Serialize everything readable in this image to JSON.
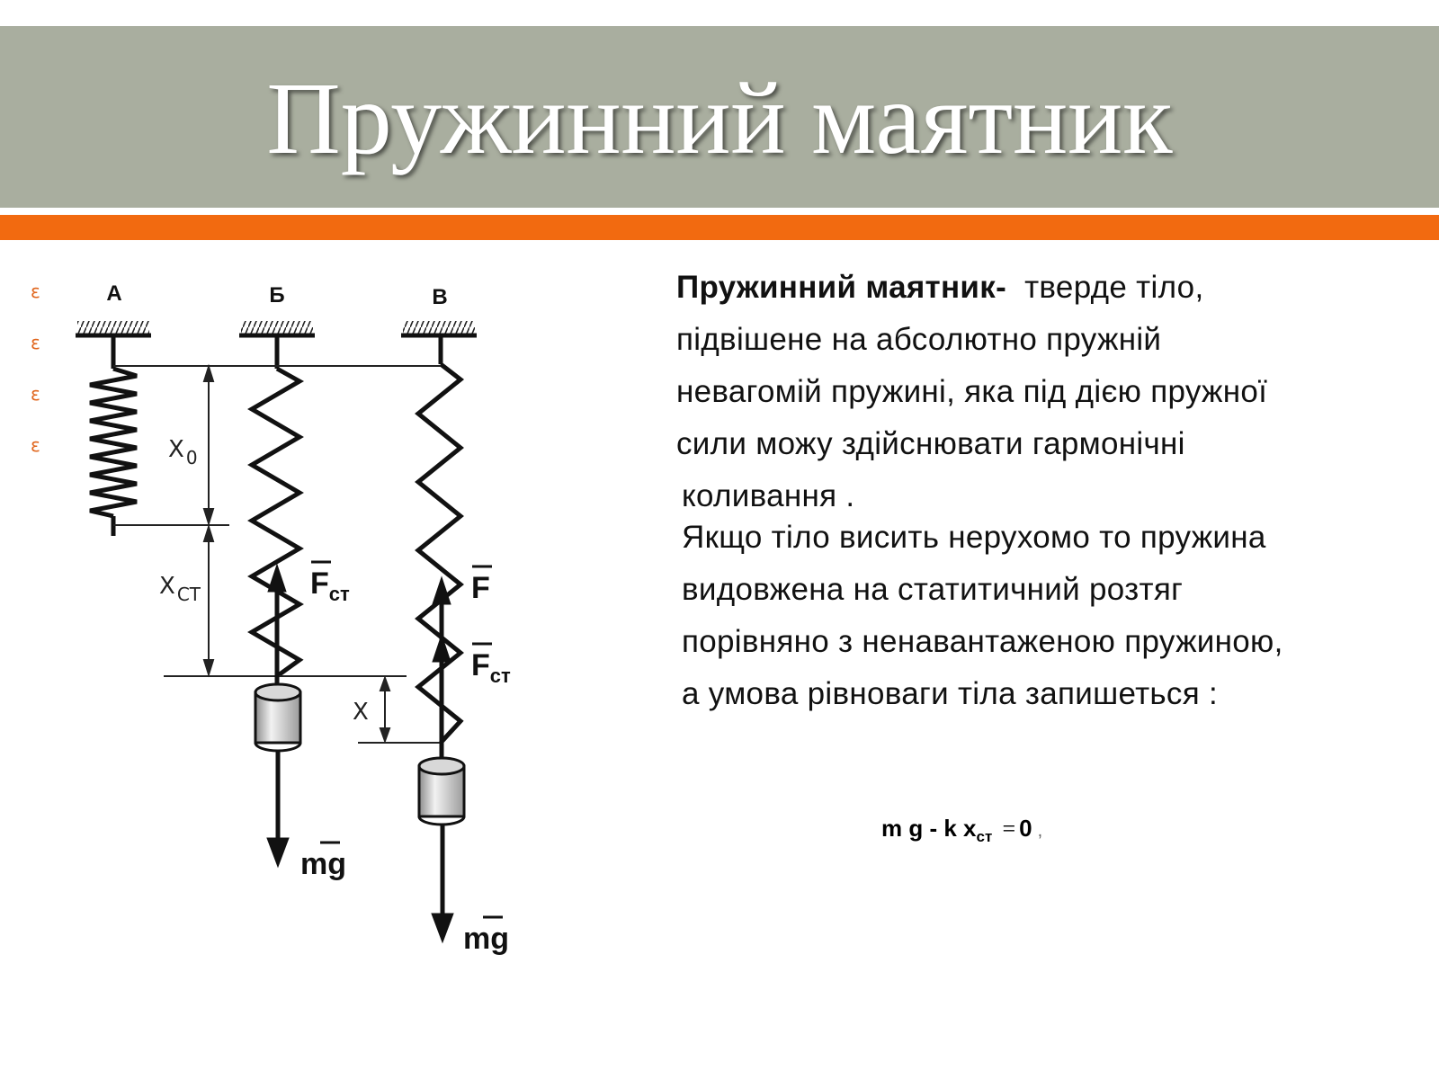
{
  "title": "Пружинний маятник",
  "bullets": [
    "ε",
    "ε",
    "ε",
    "ε"
  ],
  "diagram": {
    "labels": {
      "a": "А",
      "b": "Б",
      "v": "В"
    },
    "x0_main": "X",
    "x0_sub": "0",
    "xst_main": "X",
    "xst_sub": "СТ",
    "x_label": "X",
    "fst_main": "F",
    "fst_sub": "ст",
    "f_main": "F",
    "fst2_main": "F",
    "fst2_sub": "ст",
    "mg1": "mg",
    "mg2": "mg"
  },
  "definition": {
    "term": "Пружинний маятник-",
    "line1_rest": "тверде тіло,",
    "line2": "підвішене на абсолютно пружній",
    "line3": "невагомій пружині, яка під дією пружної",
    "line4": "сили можу здійснювати гармонічні",
    "line5": "коливання ."
  },
  "statement": {
    "line1": "Якщо тіло висить нерухомо то пружина",
    "line2": "видовжена на статитичний розтяг",
    "line3": "порівняно з ненавантаженою пружиною,",
    "line4": "а умова рівноваги тіла запишеться :"
  },
  "formula": {
    "lhs": "m g - k x",
    "sub": "ст",
    "eq": "=",
    "rhs": "0",
    "comma": ","
  },
  "colors": {
    "title_band": "#a9ae9f",
    "accent_bar": "#f26a10",
    "bullet": "#e0651c"
  }
}
